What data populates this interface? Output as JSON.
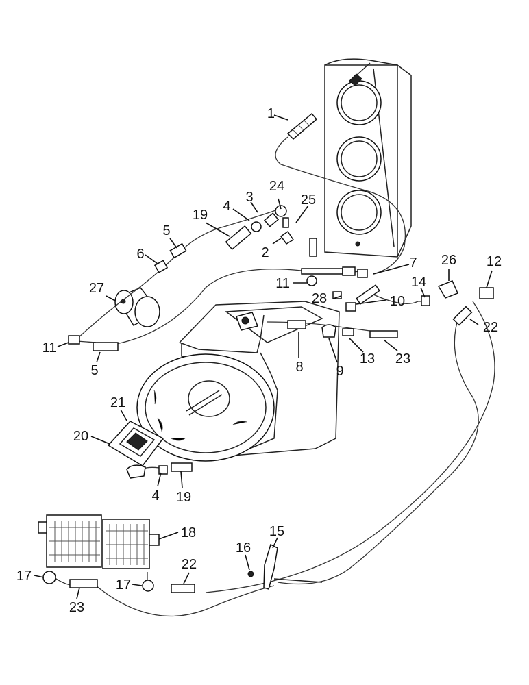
{
  "callouts": {
    "c1": "1",
    "c2": "2",
    "c3": "3",
    "c4a": "4",
    "c4b": "4",
    "c5a": "5",
    "c5b": "5",
    "c6": "6",
    "c7": "7",
    "c8": "8",
    "c9": "9",
    "c10": "10",
    "c11a": "11",
    "c11b": "11",
    "c12": "12",
    "c13": "13",
    "c14": "14",
    "c15": "15",
    "c16": "16",
    "c17a": "17",
    "c17b": "17",
    "c18": "18",
    "c19a": "19",
    "c19b": "19",
    "c20": "20",
    "c21": "21",
    "c22a": "22",
    "c22b": "22",
    "c23a": "23",
    "c23b": "23",
    "c24": "24",
    "c25": "25",
    "c26": "26",
    "c27": "27",
    "c28": "28"
  }
}
